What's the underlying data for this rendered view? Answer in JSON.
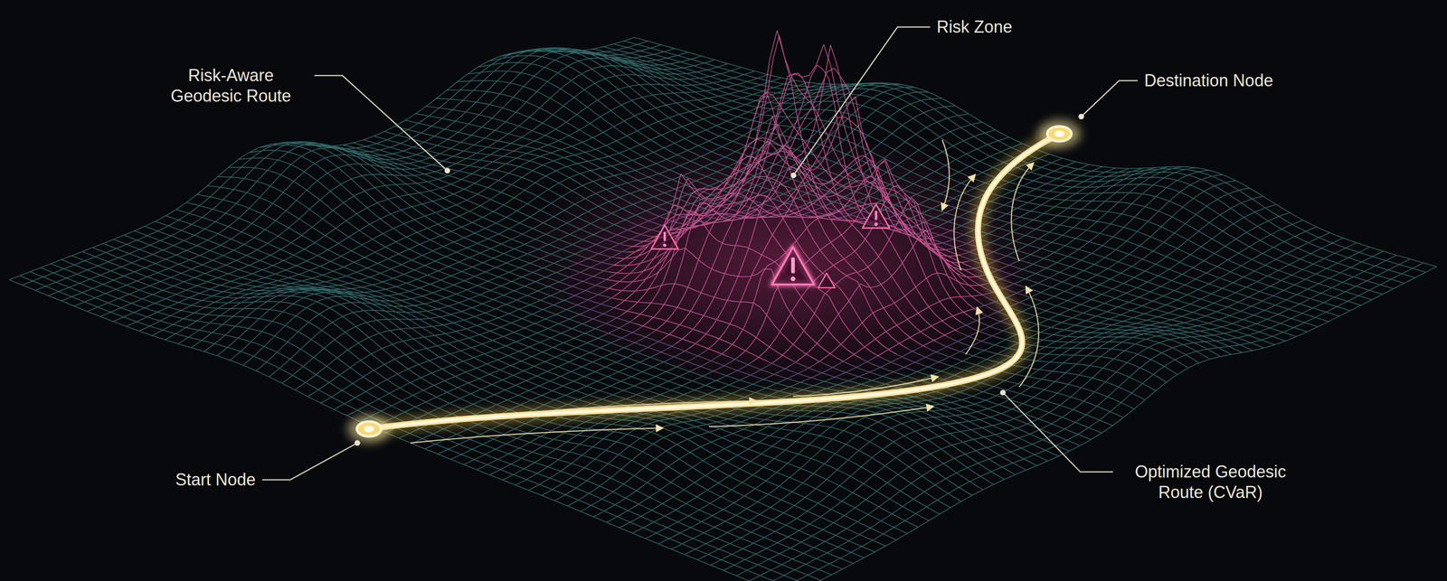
{
  "diagram": {
    "labels": [
      "Risk-Aware Geodesic Route",
      "Risk Zone",
      "Destination Node",
      "Start Node",
      "Optimized Geodesic Route (CVaR)"
    ]
  }
}
